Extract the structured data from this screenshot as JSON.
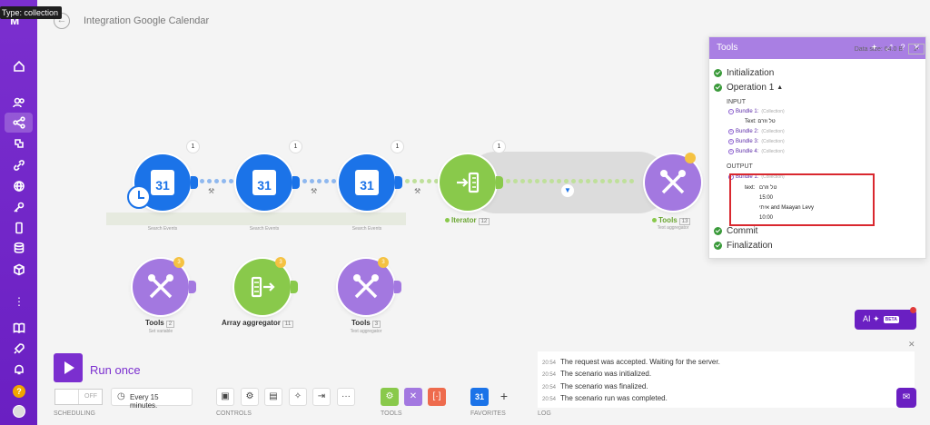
{
  "tooltip": "Type: collection",
  "scenario": {
    "title": "Integration Google Calendar"
  },
  "modules": {
    "gcal1": {
      "count": "1",
      "icon_text": "31",
      "sub": "Search Events"
    },
    "gcal2": {
      "count": "1",
      "icon_text": "31",
      "sub": "Search Events"
    },
    "gcal3": {
      "count": "1",
      "icon_text": "31",
      "sub": "Search Events"
    },
    "iterator": {
      "count": "1",
      "label": "Iterator",
      "num": "12"
    },
    "tools_top": {
      "label": "Tools",
      "num": "13",
      "sub": "Text aggregator"
    },
    "tools_set": {
      "label": "Tools",
      "num": "2",
      "sub": "Set variable",
      "badge": "3"
    },
    "array_agg": {
      "label": "Array aggregator",
      "num": "11",
      "badge": "3"
    },
    "tools_text": {
      "label": "Tools",
      "num": "3",
      "sub": "Text aggregator",
      "badge": "3"
    }
  },
  "panel": {
    "title": "Tools",
    "initialization": "Initialization",
    "operation": "Operation 1",
    "data_size": "Data size: 64.0 B",
    "input_label": "INPUT",
    "output_label": "OUTPUT",
    "input_bundles": [
      {
        "label": "Bundle 1:",
        "type": "(Collection)"
      },
      {
        "label": "Bundle 2:",
        "type": "(Collection)"
      },
      {
        "label": "Bundle 3:",
        "type": "(Collection)"
      },
      {
        "label": "Bundle 4:",
        "type": "(Collection)"
      }
    ],
    "input_text_key": "Text:",
    "input_text_val": "טל וזרם",
    "output_bundle": {
      "label": "Bundle 1:",
      "type": "(Collection)"
    },
    "output_text_key": "text:",
    "output_lines": [
      "טל וזרם",
      "15:00",
      "איתי and Maayan Levy",
      "10:00"
    ],
    "commit": "Commit",
    "finalization": "Finalization"
  },
  "ai": {
    "label": "AI",
    "beta": "BETA"
  },
  "run": {
    "label": "Run once"
  },
  "scheduling": {
    "toggle": "OFF",
    "interval": "Every 15 minutes."
  },
  "section_labels": {
    "scheduling": "SCHEDULING",
    "controls": "CONTROLS",
    "tools": "TOOLS",
    "favorites": "FAVORITES",
    "log": "LOG"
  },
  "log": [
    {
      "time": "20:54",
      "text": "The request was accepted. Waiting for the server."
    },
    {
      "time": "20:54",
      "text": "The scenario was initialized."
    },
    {
      "time": "20:54",
      "text": "The scenario was finalized."
    },
    {
      "time": "20:54",
      "text": "The scenario run was completed."
    }
  ],
  "favorites": {
    "gcal": "31",
    "add": "+"
  }
}
